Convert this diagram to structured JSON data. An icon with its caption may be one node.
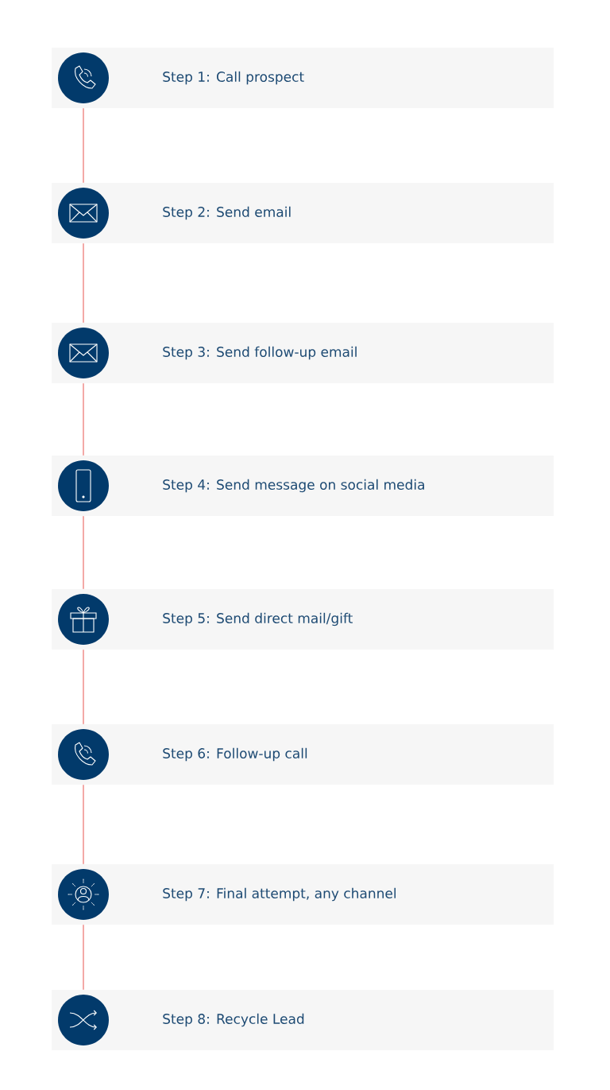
{
  "diagram": {
    "nodes": [
      {
        "text": [
          "Step 1: Call prospect"
        ]
      },
      {
        "text": [
          "Step 2: Send email"
        ]
      },
      {
        "text": [
          "Step 3: Send follow-up email"
        ]
      },
      {
        "text": [
          "Step 4: Send message on social media"
        ]
      },
      {
        "text": [
          "Step 5: Send direct mail/gift"
        ]
      },
      {
        "text": [
          "Step 6: Follow-up call"
        ]
      },
      {
        "text": [
          "Step 7: Final attempt, any channel"
        ]
      },
      {
        "text": [
          "Step 8: Recycle Lead"
        ]
      }
    ],
    "edges": [
      {
        "from": 0,
        "to": 1,
        "arrow": "none"
      },
      {
        "from": 1,
        "to": 2,
        "arrow": "none"
      },
      {
        "from": 2,
        "to": 3,
        "arrow": "none"
      },
      {
        "from": 3,
        "to": 4,
        "arrow": "none"
      },
      {
        "from": 4,
        "to": 5,
        "arrow": "none"
      },
      {
        "from": 5,
        "to": 6,
        "arrow": "none"
      },
      {
        "from": 6,
        "to": 7,
        "arrow": "none"
      }
    ]
  }
}
